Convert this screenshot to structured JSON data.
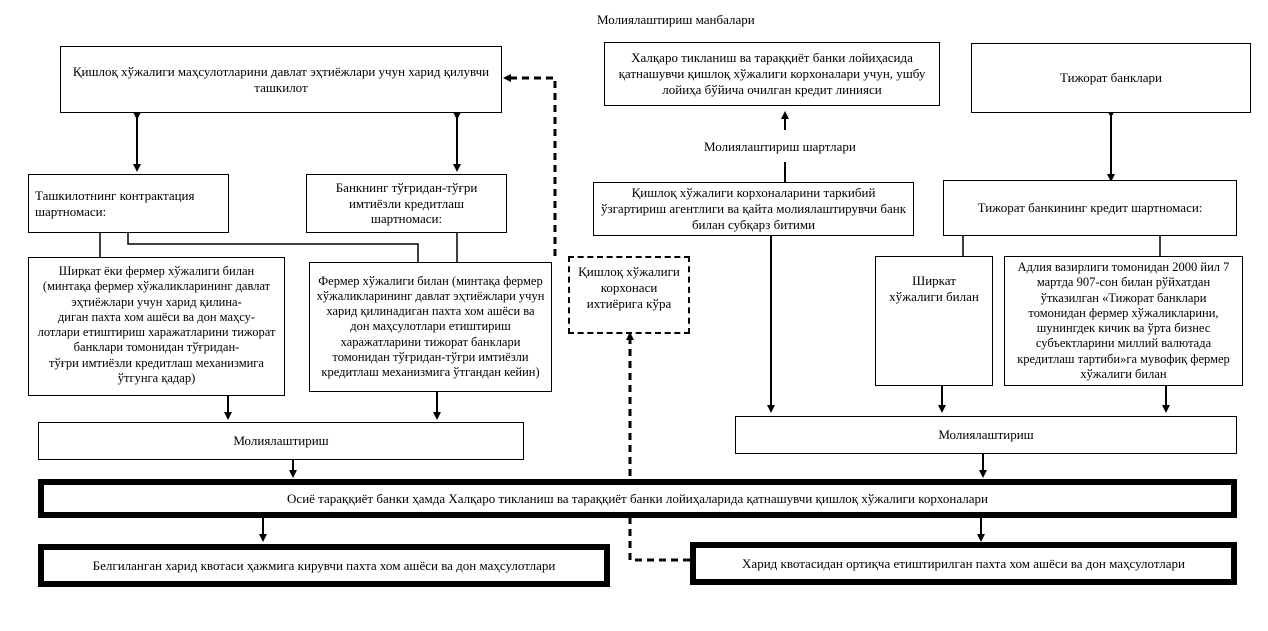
{
  "labels": {
    "sources_heading": "Молиялаштириш манбалари",
    "conditions_heading": "Молиялаштириш шартлари"
  },
  "boxes": {
    "state_procurement_org": "Қишлоқ хўжалиги маҳсулотларини давлат эҳтиёжлари учун харид қилувчи ташкилот",
    "org_contract": "Ташкилотнинг  контрактация шартномаси:",
    "bank_credit_agreement": "Банкнинг тўғридан-тўғри имтиёзли кредитлаш шартномаси:",
    "shirkat_or_farmer": "Ширкат ёки  фермер хўжалиги билан\n(минтақа фермер хўжаликларининг давлат эҳтиёжлари учун харид қилина-\nдиган пахта хом ашёси ва дон маҳсу-\nлотлари  етиштириш харажатларини тижорат банклари томонидан тўғридан-\nтўғри имтиёзли кредитлаш механизмига ўтгунга қадар)",
    "farmer_after": "Фермер хўжалиги билан  (минтақа фермер хўжаликларининг давлат эҳтиёжлари учун харид қилинадиган пахта хом ашёси ва дон маҳсулотлари етиштириш харажатларини тижорат банклари томонидан тўғридан-тўғри имтиёзли кредитлаш механизмига ўтгандан кейин)",
    "financing_left": "Молиялаштириш",
    "enterprise_choice": "Қишлоқ хўжалиги корхонаси ихтиёрига кўра",
    "world_bank_credit_line": "Халқаро тикланиш ва тараққиёт банки лойиҳасида қатнашувчи қишлоқ хўжалиги корхоналари учун, ушбу лойиҳа бўйича очилган  кредит линияси",
    "commercial_banks": "Тижорат  банклари",
    "restructuring_agency": "Қишлоқ хўжалиги корхоналарини таркибий ўзгартириш агентлиги ва қайта молиялаштирувчи банк билан субқарз битими",
    "commercial_bank_credit": "Тижорат банкининг кредит шартномаси:",
    "shirkat": "Ширкат\nхўжалиги билан",
    "justice_ministry": "Адлия вазирлиги томонидан 2000 йил 7 мартда 907-сон билан рўйхатдан ўтказилган «Тижорат банклари томонидан фермер хўжаликларини, шунингдек кичик ва ўрта бизнес субъектларини миллий валютада кредитлаш тартиби»га мувофиқ фермер хўжалиги билан",
    "financing_right": "Молиялаштириш",
    "participating_enterprises": "Осиё тараққиёт банки ҳамда Халқаро тикланиш ва тараққиёт банки лойиҳаларида қатнашувчи қишлоқ хўжалиги корхоналари",
    "within_quota": "Белгиланган харид квотаси ҳажмига кирувчи пахта хом ашёси ва дон маҳсулотлари",
    "above_quota": "Харид квотасидан ортиқча етиштирилган пахта хом ашёси ва дон маҳсулотлари"
  }
}
